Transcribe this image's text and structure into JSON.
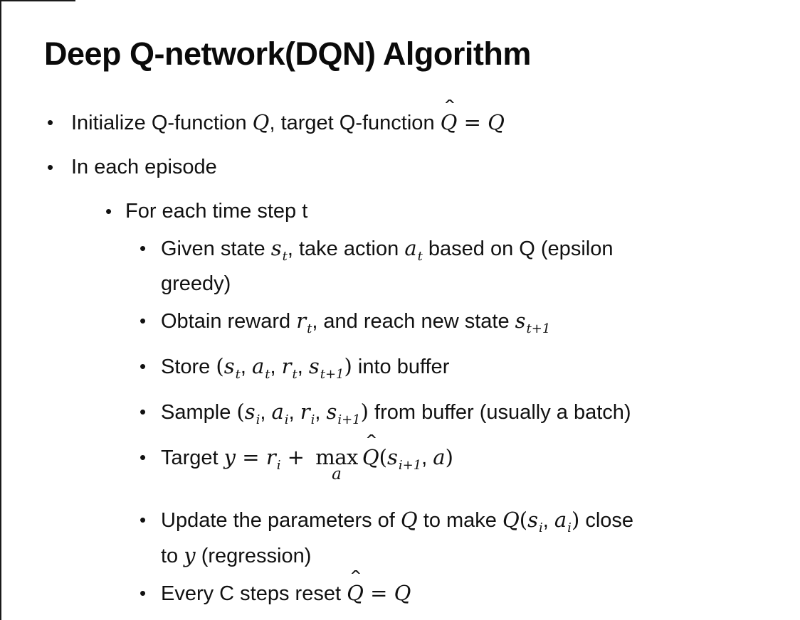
{
  "slide": {
    "title": "Deep Q-network(DQN) Algorithm",
    "bullet_char": "•",
    "hat_char": "ˆ",
    "bullets": [
      {
        "level": 1,
        "segments": [
          {
            "type": "text",
            "text": "Initialize Q-function "
          },
          {
            "type": "math",
            "text": "Q"
          },
          {
            "type": "text",
            "text": ", target Q-function "
          },
          {
            "type": "mathhat",
            "text": "Q"
          },
          {
            "type": "op",
            "text": " = "
          },
          {
            "type": "math",
            "text": "Q"
          }
        ]
      },
      {
        "level": 1,
        "segments": [
          {
            "type": "text",
            "text": "In each episode"
          }
        ]
      },
      {
        "level": 2,
        "segments": [
          {
            "type": "text",
            "text": "For each time step t"
          }
        ]
      },
      {
        "level": 3,
        "segments": [
          {
            "type": "text",
            "text": "Given state "
          },
          {
            "type": "mathsub",
            "base": "s",
            "sub": "t"
          },
          {
            "type": "text",
            "text": ", take action "
          },
          {
            "type": "mathsub",
            "base": "a",
            "sub": "t"
          },
          {
            "type": "text",
            "text": " based on Q (epsilon"
          },
          {
            "type": "br"
          },
          {
            "type": "text",
            "text": "greedy)"
          }
        ]
      },
      {
        "level": 3,
        "segments": [
          {
            "type": "text",
            "text": "Obtain reward "
          },
          {
            "type": "mathsub",
            "base": "r",
            "sub": "t"
          },
          {
            "type": "text",
            "text": ", and reach new state "
          },
          {
            "type": "mathsub",
            "base": "s",
            "sub": "t+1"
          }
        ]
      },
      {
        "level": 3,
        "segments": [
          {
            "type": "text",
            "text": "Store "
          },
          {
            "type": "op",
            "text": "("
          },
          {
            "type": "mathsub",
            "base": "s",
            "sub": "t"
          },
          {
            "type": "text",
            "text": ", "
          },
          {
            "type": "mathsub",
            "base": "a",
            "sub": "t"
          },
          {
            "type": "text",
            "text": ", "
          },
          {
            "type": "mathsub",
            "base": "r",
            "sub": "t"
          },
          {
            "type": "text",
            "text": ", "
          },
          {
            "type": "mathsub",
            "base": "s",
            "sub": "t+1"
          },
          {
            "type": "op",
            "text": ")"
          },
          {
            "type": "text",
            "text": " into buffer"
          }
        ]
      },
      {
        "level": 3,
        "segments": [
          {
            "type": "text",
            "text": "Sample "
          },
          {
            "type": "op",
            "text": "("
          },
          {
            "type": "mathsub",
            "base": "s",
            "sub": "i"
          },
          {
            "type": "text",
            "text": ", "
          },
          {
            "type": "mathsub",
            "base": "a",
            "sub": "i"
          },
          {
            "type": "text",
            "text": ", "
          },
          {
            "type": "mathsub",
            "base": "r",
            "sub": "i"
          },
          {
            "type": "text",
            "text": ", "
          },
          {
            "type": "mathsub",
            "base": "s",
            "sub": "i+1"
          },
          {
            "type": "op",
            "text": ")"
          },
          {
            "type": "text",
            "text": " from buffer (usually a batch)"
          }
        ]
      },
      {
        "level": 3,
        "segments": [
          {
            "type": "text",
            "text": "Target "
          },
          {
            "type": "math",
            "text": "y"
          },
          {
            "type": "op",
            "text": " = "
          },
          {
            "type": "mathsub",
            "base": "r",
            "sub": "i"
          },
          {
            "type": "op",
            "text": " + "
          },
          {
            "type": "maxunder",
            "text": "max",
            "under": "a"
          },
          {
            "type": "mathhat",
            "text": "Q"
          },
          {
            "type": "op",
            "text": "("
          },
          {
            "type": "mathsub",
            "base": "s",
            "sub": "i+1"
          },
          {
            "type": "text",
            "text": ", "
          },
          {
            "type": "math",
            "text": "a"
          },
          {
            "type": "op",
            "text": ")"
          }
        ]
      },
      {
        "level": 3,
        "segments": [
          {
            "type": "text",
            "text": "Update the parameters of "
          },
          {
            "type": "math",
            "text": "Q"
          },
          {
            "type": "text",
            "text": " to make "
          },
          {
            "type": "math",
            "text": "Q"
          },
          {
            "type": "op",
            "text": "("
          },
          {
            "type": "mathsub",
            "base": "s",
            "sub": "i"
          },
          {
            "type": "text",
            "text": ", "
          },
          {
            "type": "mathsub",
            "base": "a",
            "sub": "i"
          },
          {
            "type": "op",
            "text": ")"
          },
          {
            "type": "text",
            "text": " close"
          },
          {
            "type": "br"
          },
          {
            "type": "text",
            "text": "to "
          },
          {
            "type": "math",
            "text": "y"
          },
          {
            "type": "text",
            "text": " (regression)"
          }
        ]
      },
      {
        "level": 3,
        "segments": [
          {
            "type": "text",
            "text": "Every C steps reset "
          },
          {
            "type": "mathhat",
            "text": "Q"
          },
          {
            "type": "op",
            "text": " = "
          },
          {
            "type": "math",
            "text": "Q"
          }
        ]
      }
    ]
  },
  "colors": {
    "text": "#111111",
    "background": "#ffffff",
    "border": "#1a1a1a"
  }
}
